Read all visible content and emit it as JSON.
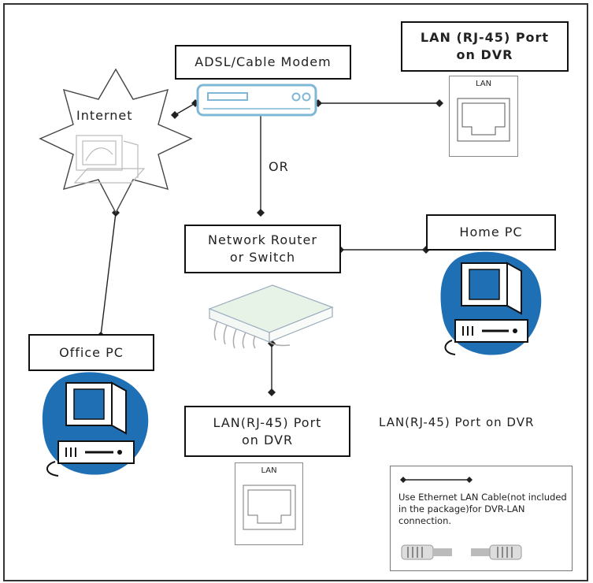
{
  "nodes": {
    "modem": "ADSL/Cable Modem",
    "internet": "Internet",
    "lan_top": {
      "line1": "LAN (RJ-45) Port",
      "line2": "on DVR"
    },
    "router": {
      "line1": "Network  Router",
      "line2": "or  Switch"
    },
    "home_pc": "Home  PC",
    "office_pc": "Office  PC",
    "lan_bottom": {
      "line1": "LAN(RJ-45)  Port",
      "line2": "on DVR"
    },
    "lan_caption": "LAN(RJ-45)  Port on DVR"
  },
  "connector_label": "OR",
  "port_label": "LAN",
  "legend": {
    "text": "Use Ethernet LAN Cable(not included in the package)for DVR-LAN connection."
  },
  "colors": {
    "pc_blob": "#1f6fb5",
    "device_outline": "#7fb7d6",
    "line": "#222222"
  }
}
